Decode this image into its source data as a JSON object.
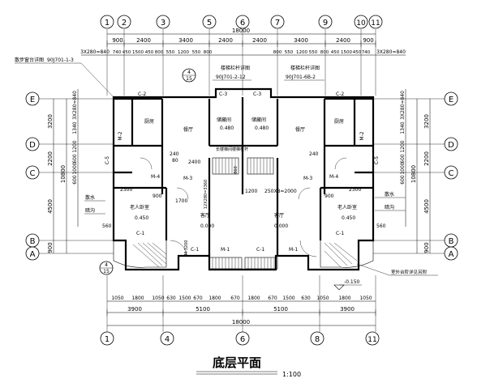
{
  "drawing": {
    "title": "底层平面",
    "scale": "1:100"
  },
  "top_axes": [
    "1",
    "2",
    "3",
    "5",
    "6",
    "7",
    "9",
    "10",
    "11"
  ],
  "bottom_axes": [
    "1",
    "4",
    "6",
    "8",
    "11"
  ],
  "side_axes": [
    "E",
    "D",
    "C",
    "B",
    "A"
  ],
  "dims": {
    "top_total": "18000",
    "top_bays": [
      "900",
      "2400",
      "3400",
      "2400",
      "2400",
      "3400",
      "2400",
      "900"
    ],
    "top_openings_left": "3X280=840",
    "top_openings_mid": [
      "740",
      "450",
      "1500",
      "450",
      "800",
      "550",
      "1200",
      "550",
      "800",
      "800",
      "550",
      "1200",
      "550",
      "800",
      "450",
      "1500",
      "450",
      "740"
    ],
    "top_openings_right": "3X280=840",
    "bottom_detail": [
      "1050",
      "1800",
      "1050",
      "630",
      "1500",
      "670",
      "1800",
      "670",
      "1800",
      "670",
      "1500",
      "630",
      "1050",
      "1800",
      "1050"
    ],
    "bottom_mid": [
      "3900",
      "5100",
      "5100",
      "3900"
    ],
    "bottom_total": "18000",
    "left_outer": [
      "3200",
      "2200",
      "4500",
      "900"
    ],
    "left_inner": [
      "3X280=840",
      "1340",
      "1200",
      "600",
      "1000",
      "600"
    ],
    "left_total": "10800",
    "right_outer": [
      "3200",
      "2200",
      "4500",
      "900"
    ],
    "right_inner": [
      "3X280=840",
      "1340",
      "1200",
      "600",
      "1000",
      "600"
    ],
    "right_total": "10800"
  },
  "notes": {
    "ref_left": "散步窗台详图",
    "ref_left_code": "90J701-1-3",
    "ref_center_a": "楼梯栏杆详图",
    "ref_center_a_code": "90J701-2-12",
    "ref_center_b": "楼梯栏杆详图",
    "ref_center_b_code": "90J701-6B-2",
    "left_callout_a": "散水",
    "left_callout_b": "暗沟",
    "right_callout_a": "散水",
    "right_callout_b": "暗沟",
    "bottom_right_note": "室外台阶详见另附",
    "level_exterior": "-0.150",
    "detail_tag_top_num": "4",
    "detail_tag_top_sheet": "15",
    "detail_tag_bottom_num": "4",
    "detail_tag_bottom_sheet": "15"
  },
  "rooms": {
    "kitchen_left": "厨房",
    "kitchen_right": "厨房",
    "dining_left": "餐厅",
    "dining_right": "餐厅",
    "storage_left": "储藏间",
    "storage_right": "储藏间",
    "storage_level_left": "0.480",
    "storage_level_right": "0.480",
    "stair_note": "长楼梯间楼梯栏杆",
    "elder_left": "老人卧室",
    "elder_right": "老人卧室",
    "elder_level_left": "0.450",
    "elder_level_right": "0.450",
    "living_left": "客厅",
    "living_right": "客厅",
    "living_level_left": "0.000",
    "living_level_right": "0.000",
    "stair_dims_left": "12X280=3360",
    "stair_dims_right": "250X8=2000",
    "stair_1200": "1200",
    "stair_860": "860",
    "stair_1700": "1700",
    "stair_300": "M-3200"
  },
  "labels": {
    "C1": "C-1",
    "C2": "C-2",
    "C3": "C-3",
    "C5": "C-5",
    "M1": "M-1",
    "M2": "M-2",
    "M3": "M-3",
    "M4": "M-4",
    "d2300": "2300",
    "d900": "900",
    "d2400": "2400",
    "d900b": "900",
    "d240": "240",
    "d560": "560",
    "d80": "80"
  }
}
